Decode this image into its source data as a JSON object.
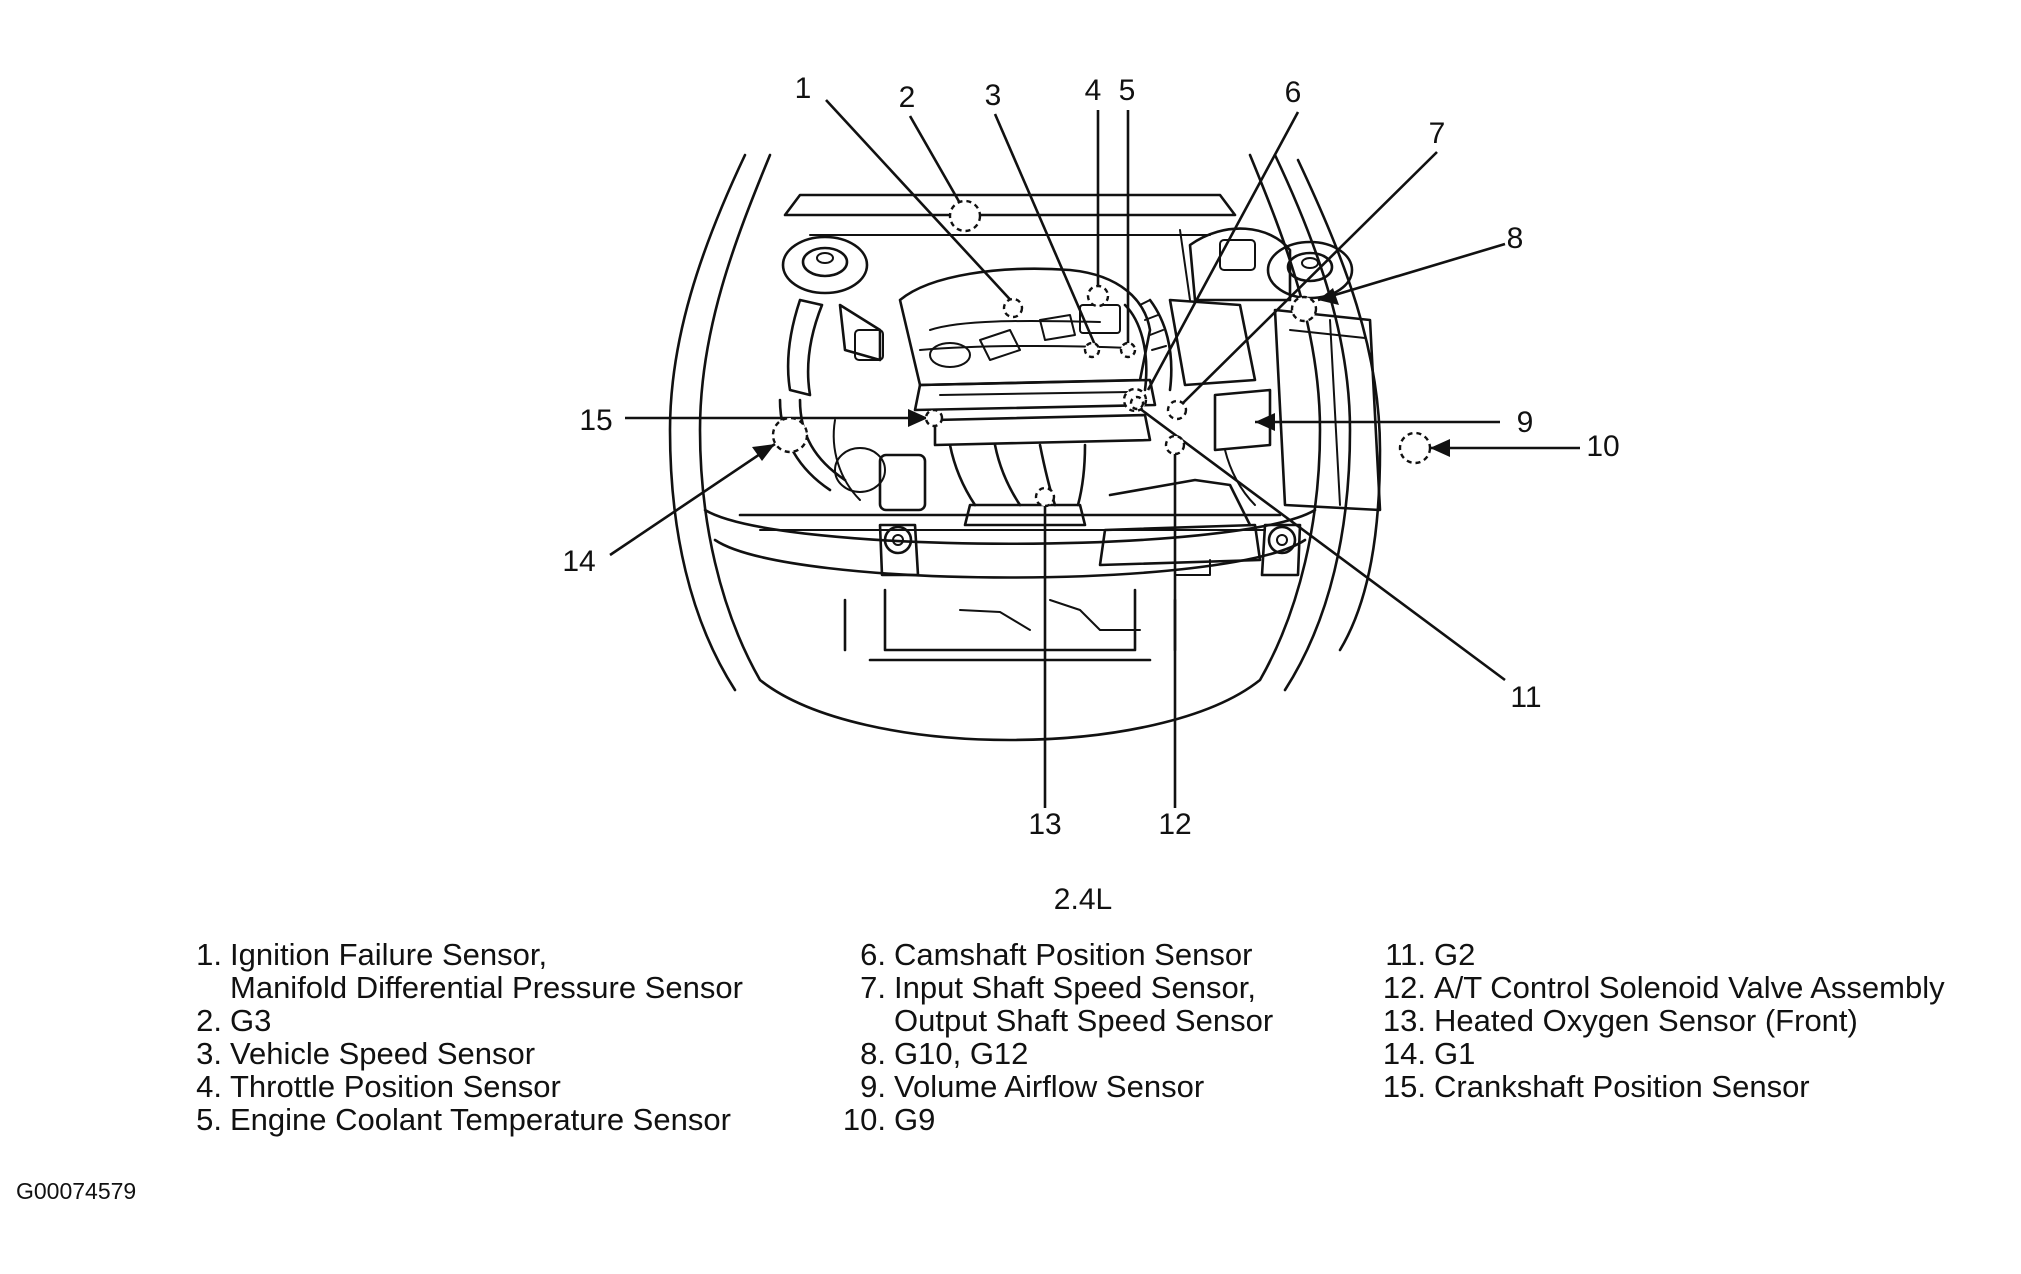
{
  "figure": {
    "engine_label": "2.4L",
    "figure_id": "G00074579"
  },
  "callouts": [
    {
      "num": "1"
    },
    {
      "num": "2"
    },
    {
      "num": "3"
    },
    {
      "num": "4"
    },
    {
      "num": "5"
    },
    {
      "num": "6"
    },
    {
      "num": "7"
    },
    {
      "num": "8"
    },
    {
      "num": "9"
    },
    {
      "num": "10"
    },
    {
      "num": "11"
    },
    {
      "num": "12"
    },
    {
      "num": "13"
    },
    {
      "num": "14"
    },
    {
      "num": "15"
    }
  ],
  "legend": [
    {
      "num": "1.",
      "lines": [
        "Ignition Failure Sensor,",
        "Manifold Differential Pressure Sensor"
      ]
    },
    {
      "num": "2.",
      "lines": [
        "G3"
      ]
    },
    {
      "num": "3.",
      "lines": [
        "Vehicle Speed Sensor"
      ]
    },
    {
      "num": "4.",
      "lines": [
        "Throttle Position Sensor"
      ]
    },
    {
      "num": "5.",
      "lines": [
        "Engine Coolant Temperature Sensor"
      ]
    },
    {
      "num": "6.",
      "lines": [
        "Camshaft Position Sensor"
      ]
    },
    {
      "num": "7.",
      "lines": [
        "Input Shaft Speed Sensor,",
        "Output Shaft Speed Sensor"
      ]
    },
    {
      "num": "8.",
      "lines": [
        "G10, G12"
      ]
    },
    {
      "num": "9.",
      "lines": [
        "Volume Airflow Sensor"
      ]
    },
    {
      "num": "10.",
      "lines": [
        "G9"
      ]
    },
    {
      "num": "11.",
      "lines": [
        "G2"
      ]
    },
    {
      "num": "12.",
      "lines": [
        "A/T Control Solenoid Valve Assembly"
      ]
    },
    {
      "num": "13.",
      "lines": [
        "Heated Oxygen Sensor (Front)"
      ]
    },
    {
      "num": "14.",
      "lines": [
        "G1"
      ]
    },
    {
      "num": "15.",
      "lines": [
        "Crankshaft Position Sensor"
      ]
    }
  ]
}
